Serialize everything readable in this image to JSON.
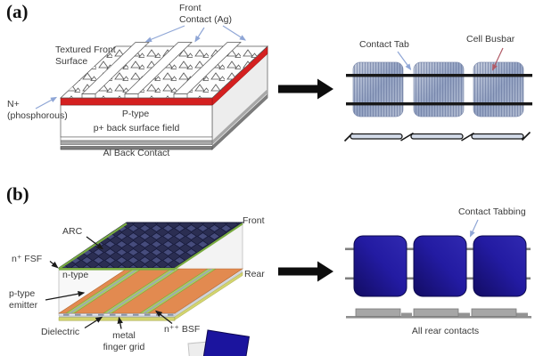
{
  "panel_a": {
    "tag": "(a)",
    "labels": {
      "front_contact_line1": "Front",
      "front_contact_line2": "Contact (Ag)",
      "textured_line1": "Textured Front",
      "textured_line2": "Surface",
      "n_plus_line1": "N+",
      "n_plus_line2": "(phosphorous)",
      "body_line1": "P-type",
      "body_line2": "p+ back surface field",
      "al_back": "Al Back Contact",
      "contact_tab": "Contact Tab",
      "cell_busbar": "Cell Busbar"
    }
  },
  "panel_b": {
    "tag": "(b)",
    "labels": {
      "arc": "ARC",
      "front": "Front",
      "n_fsf": "n⁺ FSF",
      "n_type": "n-type",
      "rear": "Rear",
      "p_emitter_line1": "p-type",
      "p_emitter_line2": "emitter",
      "dielectric": "Dielectric",
      "metal_line1": "metal",
      "metal_line2": "finger grid",
      "n_bsf": "n⁺⁺ BSF",
      "contact_tabbing": "Contact Tabbing",
      "all_rear": "All rear contacts"
    }
  },
  "colors": {
    "label-text": "#3a3a3a",
    "emitter-red": "#d42020",
    "cell-blue-light": "#a9b5cd",
    "cell-navy": "#1c16a0",
    "arc-navy": "#2e3254",
    "emitter-orange": "#e28a50",
    "bsf-green": "#accb66",
    "dielectric-yellow": "#d3d46e",
    "metal-gray": "#8f8f8f",
    "arrow-blue": "#8fa6d6",
    "arrow-red": "#b05a66",
    "arrow-black": "#111111"
  }
}
